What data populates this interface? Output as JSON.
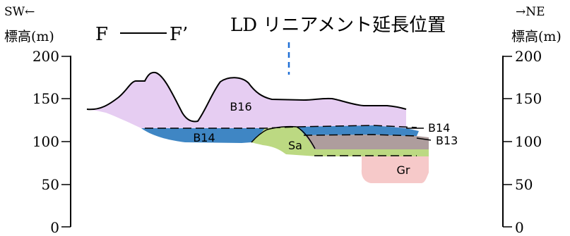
{
  "direction": {
    "left": "SW←",
    "right": "→NE"
  },
  "axis": {
    "unit_label_left": "標高(m)",
    "unit_label_right": "標高(m)",
    "ticks": [
      "200",
      "150",
      "100",
      "50",
      "0"
    ]
  },
  "section": {
    "from": "F",
    "to": "F’"
  },
  "lineament_label": "LD リニアメント延長位置",
  "units": {
    "B16": "B16",
    "B14_left": "B14",
    "B14_right": "B14",
    "B13": "B13",
    "Sa": "Sa",
    "Gr": "Gr"
  },
  "colors": {
    "B16": "#e6cdf2",
    "B14": "#3f86c4",
    "B13": "#ae9d9d",
    "Sa": "#bcd982",
    "Gr": "#f6c9c9",
    "lineament": "#1f6fd6"
  }
}
